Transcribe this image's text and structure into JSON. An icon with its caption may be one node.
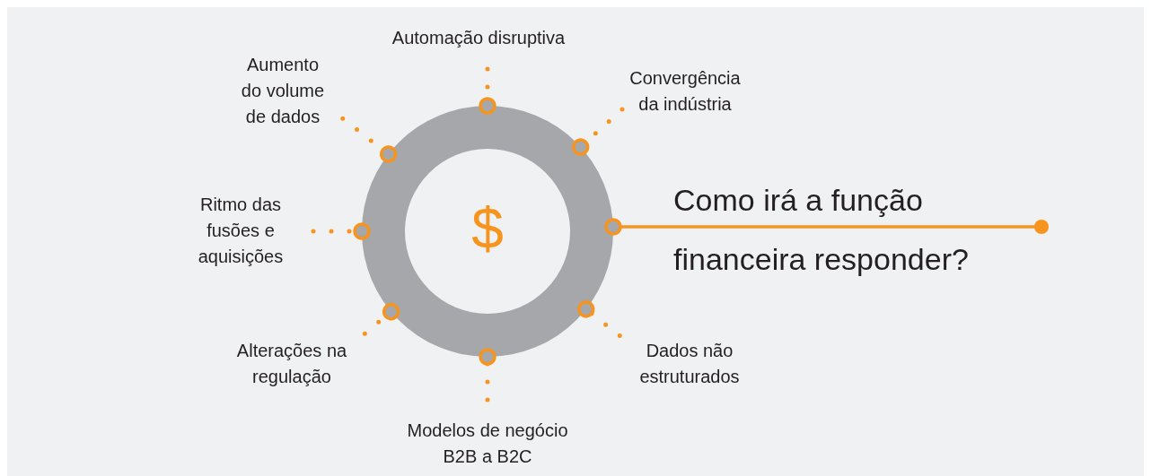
{
  "diagram": {
    "nodes": [
      {
        "text": [
          "$"
        ]
      },
      {
        "text": [
          "Automação disruptiva"
        ]
      },
      {
        "text": [
          "Aumento do volume de dados"
        ]
      },
      {
        "text": [
          "Convergência da indústria"
        ]
      },
      {
        "text": [
          "Ritmo das fusões e aquisições"
        ]
      },
      {
        "text": [
          "Alterações na regulação"
        ]
      },
      {
        "text": [
          "Dados não estruturados"
        ]
      },
      {
        "text": [
          "Modelos de negócio B2B a B2C"
        ]
      }
    ],
    "edges": [
      {
        "from": 0,
        "to": 1,
        "arrow": "other",
        "style": "dashed"
      },
      {
        "from": 0,
        "to": 2,
        "arrow": "other",
        "style": "dashed"
      },
      {
        "from": 0,
        "to": 3,
        "arrow": "other",
        "style": "dashed"
      },
      {
        "from": 0,
        "to": 4,
        "arrow": "other",
        "style": "dashed"
      },
      {
        "from": 0,
        "to": 5,
        "arrow": "other",
        "style": "dashed"
      },
      {
        "from": 0,
        "to": 6,
        "arrow": "other",
        "style": "dashed"
      },
      {
        "from": 0,
        "to": 7,
        "arrow": "other",
        "style": "dashed"
      },
      {
        "from": 0,
        "to": null,
        "arrow": "other"
      }
    ],
    "labels": [
      "Como irá a função financeira responder?"
    ]
  }
}
